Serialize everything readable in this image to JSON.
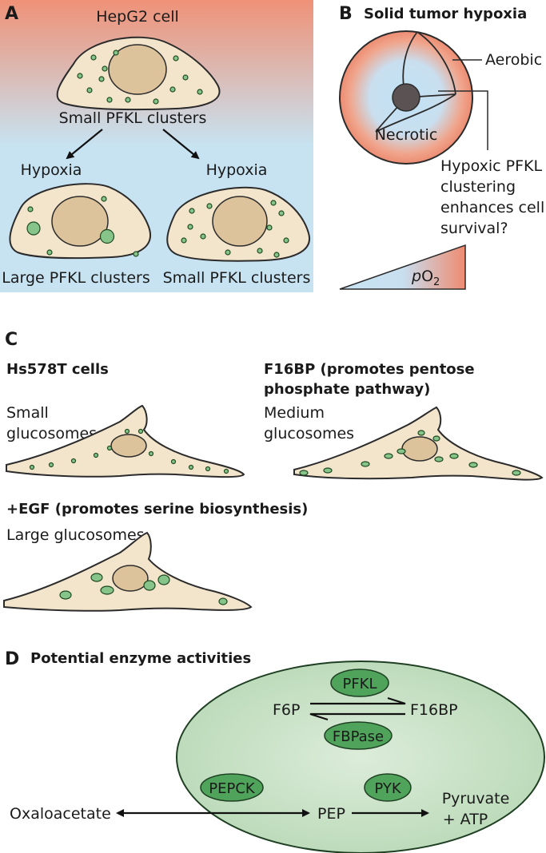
{
  "panel_a": {
    "letter": "A",
    "cell_label": "HepG2 cell",
    "top_clusters": "Small PFKL clusters",
    "left_condition": "Hypoxia",
    "right_condition": "Hypoxia",
    "left_clusters": "Large PFKL clusters",
    "right_clusters": "Small PFKL clusters",
    "colors": {
      "top": "#ef9177",
      "bottom": "#c7e3f2"
    }
  },
  "panel_b": {
    "letter": "B",
    "title": "Solid tumor hypoxia",
    "aerobic": "Aerobic",
    "necrotic": "Necrotic",
    "question_lines": [
      "Hypoxic PFKL",
      "clustering",
      "enhances cell",
      "survival?"
    ],
    "po2_p": "p",
    "po2_o": "O",
    "po2_sub": "2"
  },
  "panel_c": {
    "letter": "C",
    "cell1_title": "Hs578T cells",
    "cell1_size_lines": [
      "Small",
      "glucosomes"
    ],
    "cell2_title_lines": [
      "F16BP (promotes pentose",
      "phosphate pathway)"
    ],
    "cell2_size_lines": [
      "Medium",
      "glucosomes"
    ],
    "cell3_title": "+EGF (promotes serine biosynthesis)",
    "cell3_size": "Large glucosomes"
  },
  "panel_d": {
    "letter": "D",
    "title": "Potential enzyme activities",
    "enzymes": {
      "pfkl": "PFKL",
      "fbpase": "FBPase",
      "pepck": "PEPCK",
      "pyk": "PYK"
    },
    "metabolites": {
      "f6p": "F6P",
      "f16bp": "F16BP",
      "oaa": "Oxaloacetate",
      "pep": "PEP",
      "pyruvate": "Pyruvate",
      "atp": "+ ATP"
    },
    "colors": {
      "glucosome": "#c5e0c4",
      "enzyme": "#4fa35a"
    }
  }
}
